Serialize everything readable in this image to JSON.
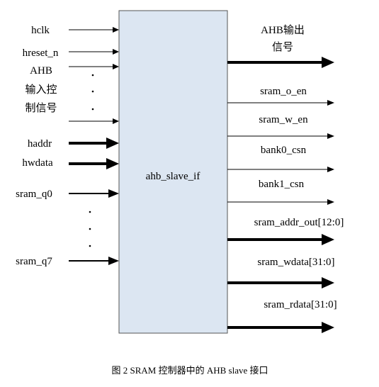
{
  "module": {
    "name": "ahb_slave_if",
    "fill": "#dce6f2"
  },
  "inputs": {
    "hclk": "hclk",
    "hreset_n": "hreset_n",
    "ahb_group": [
      "AHB",
      "输入控",
      "制信号"
    ],
    "haddr": "haddr",
    "hwdata": "hwdata",
    "sram_q0": "sram_q0",
    "sram_q7": "sram_q7"
  },
  "outputs": {
    "ahb_group": [
      "AHB输出",
      "信号"
    ],
    "sram_o_en": "sram_o_en",
    "sram_w_en": "sram_w_en",
    "bank0_csn": "bank0_csn",
    "bank1_csn": "bank1_csn",
    "sram_addr_out": "sram_addr_out[12:0]",
    "sram_wdata": "sram_wdata[31:0]",
    "sram_rdata": "sram_rdata[31:0]"
  },
  "caption": "图 2 SRAM 控制器中的 AHB slave  接口",
  "colors": {
    "line": "#000000",
    "box_stroke": "#555555"
  }
}
